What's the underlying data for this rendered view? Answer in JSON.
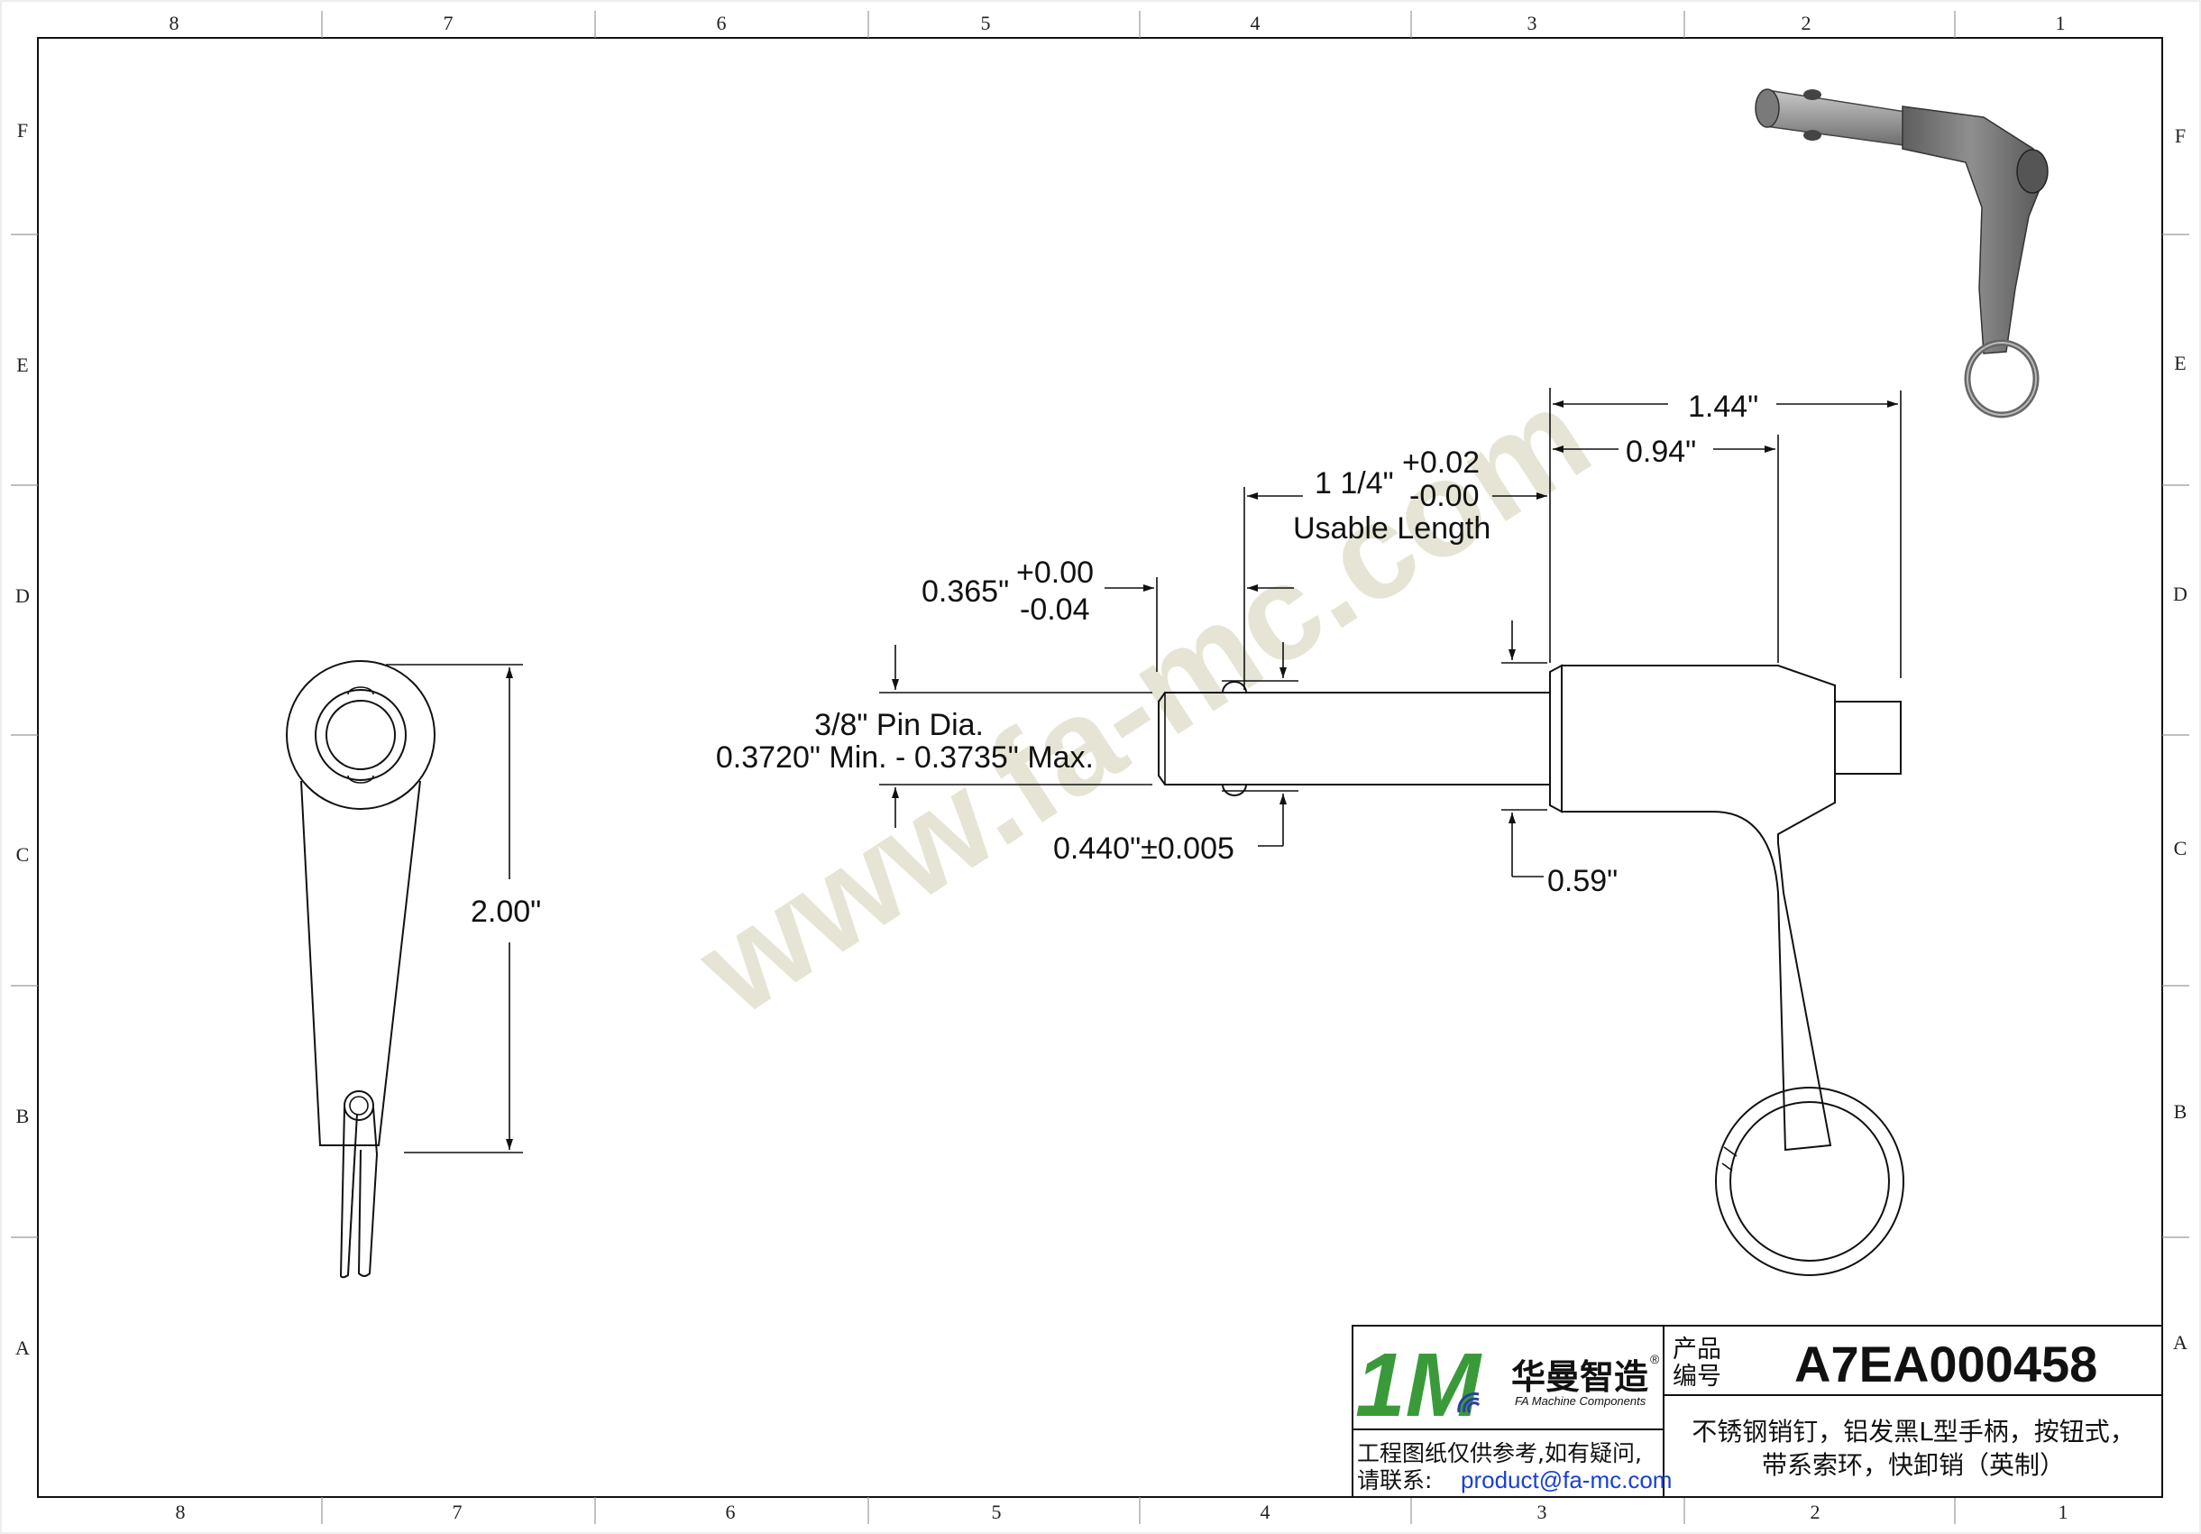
{
  "border": {
    "columns_top": [
      "8",
      "7",
      "6",
      "5",
      "4",
      "3",
      "2",
      "1"
    ],
    "columns_bottom": [
      "8",
      "7",
      "6",
      "5",
      "4",
      "3",
      "2",
      "1"
    ],
    "rows_left": [
      "F",
      "E",
      "D",
      "C",
      "B",
      "A"
    ],
    "rows_right": [
      "F",
      "E",
      "D",
      "C",
      "B",
      "A"
    ]
  },
  "watermark": "www.fa-mc.com",
  "dimensions": {
    "overall_length": "1.44\"",
    "shoulder_length": "0.94\"",
    "usable_length_main": "1 1/4\"",
    "usable_length_tol_plus": "+0.02",
    "usable_length_tol_minus": "-0.00",
    "usable_length_label": "Usable Length",
    "tip_length": "0.365\"",
    "tip_tol_plus": "+0.00",
    "tip_tol_minus": "-0.04",
    "pin_dia_line1": "3/8\" Pin Dia.",
    "pin_dia_line2": "0.3720\" Min. - 0.3735\" Max.",
    "ball_dia": "0.440\"±0.005",
    "collar_height": "0.59\"",
    "handle_height": "2.00\""
  },
  "title_block": {
    "logo_mark": "1M",
    "logo_cn": "华曼智造",
    "logo_registered": "®",
    "logo_en": "FA Machine Components",
    "product_no_label_line1": "产品",
    "product_no_label_line2": "编号",
    "product_no": "A7EA000458",
    "disclaimer_line1": "工程图纸仅供参考,如有疑问,",
    "disclaimer_line2_prefix": "请联系: ",
    "contact_email": "product@fa-mc.com",
    "description_line1": "不锈钢销钉，铝发黑L型手柄，按钮式，",
    "description_line2": "带系索环，快卸销（英制）"
  },
  "colors": {
    "line": "#111111",
    "email": "#1a3fd6",
    "logo_green": "#3a9a3a",
    "logo_blue": "#2a3fa8",
    "watermark": "#d2d0b2",
    "render_body": "#8a8a8a"
  }
}
